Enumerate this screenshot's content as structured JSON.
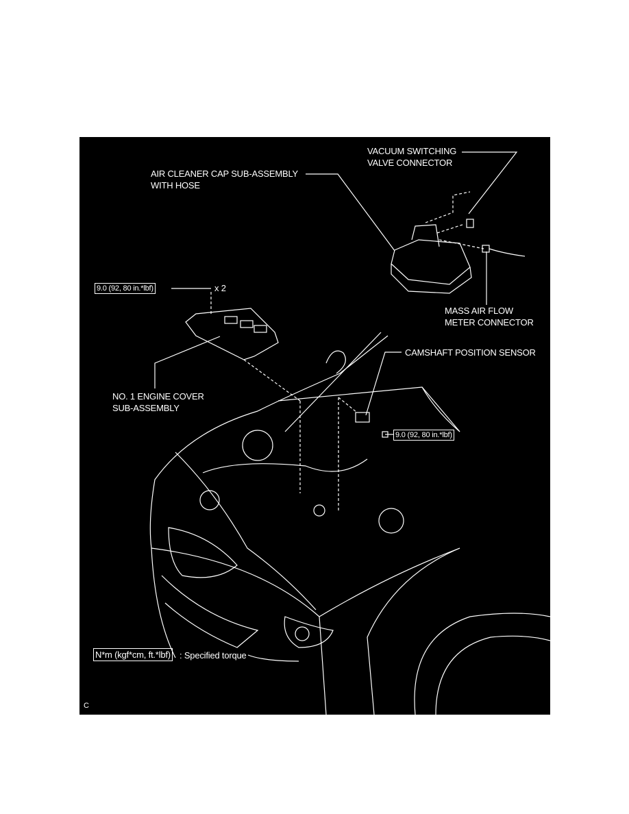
{
  "labels": {
    "vsv_connector_line1": "VACUUM SWITCHING",
    "vsv_connector_line2": "VALVE CONNECTOR",
    "air_cleaner_line1": "AIR CLEANER CAP SUB-ASSEMBLY",
    "air_cleaner_line2": "WITH HOSE",
    "maf_line1": "MASS AIR FLOW",
    "maf_line2": "METER CONNECTOR",
    "engine_cover_line1": "NO. 1 ENGINE COVER",
    "engine_cover_line2": "SUB-ASSEMBLY",
    "camshaft_sensor": "CAMSHAFT POSITION SENSOR",
    "torque_cover": "9.0 (92, 80 in.*lbf)",
    "torque_cover_qty": "x 2",
    "torque_sensor": "9.0 (92, 80 in.*lbf)",
    "legend_units": "N*m (kgf*cm, ft.*lbf)",
    "legend_text": ": Specified torque",
    "figure_code": "C"
  },
  "colors": {
    "background": "#000000",
    "line": "#ffffff",
    "page": "#ffffff"
  }
}
